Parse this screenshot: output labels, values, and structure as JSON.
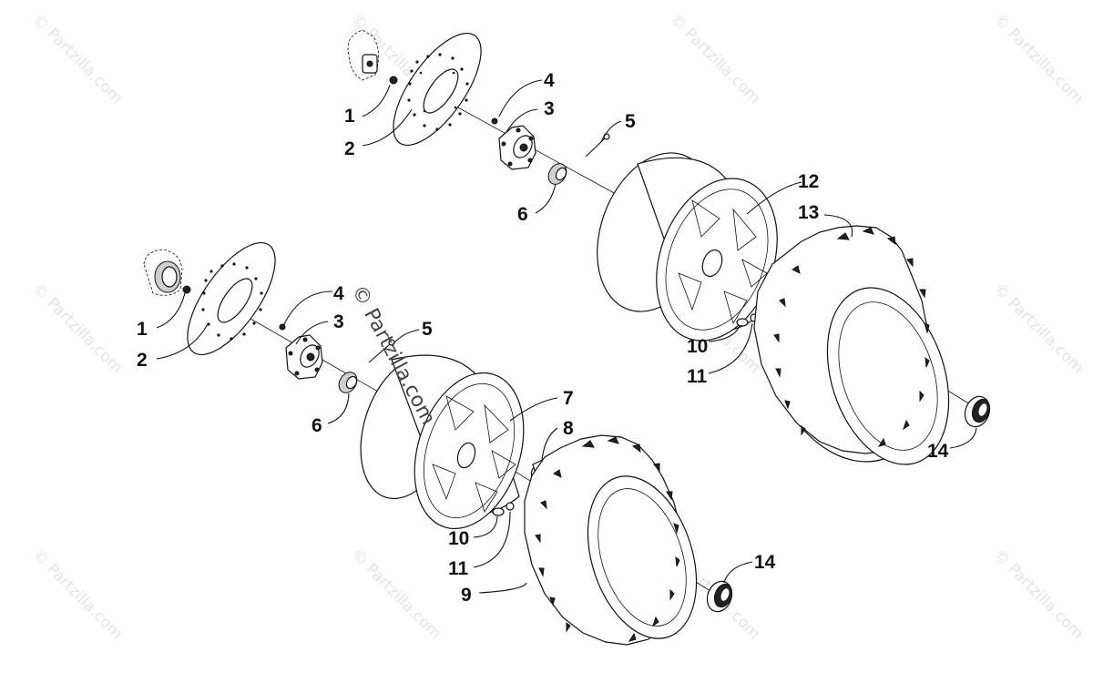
{
  "watermark_text": "© Partzilla.com",
  "center_watermark_text": "© Partzilla.com",
  "callouts": {
    "top_1": "1",
    "top_2": "2",
    "top_3": "3",
    "top_4": "4",
    "top_5": "5",
    "top_6": "6",
    "top_12": "12",
    "top_13": "13",
    "top_10": "10",
    "top_11": "11",
    "top_14": "14",
    "bot_1": "1",
    "bot_2": "2",
    "bot_3": "3",
    "bot_4": "4",
    "bot_5": "5",
    "bot_6": "6",
    "bot_7": "7",
    "bot_8": "8",
    "bot_10": "10",
    "bot_11": "11",
    "bot_9": "9",
    "bot_14": "14"
  },
  "colors": {
    "line": "#111111",
    "watermark": "#e4e4e4",
    "background": "#ffffff"
  }
}
